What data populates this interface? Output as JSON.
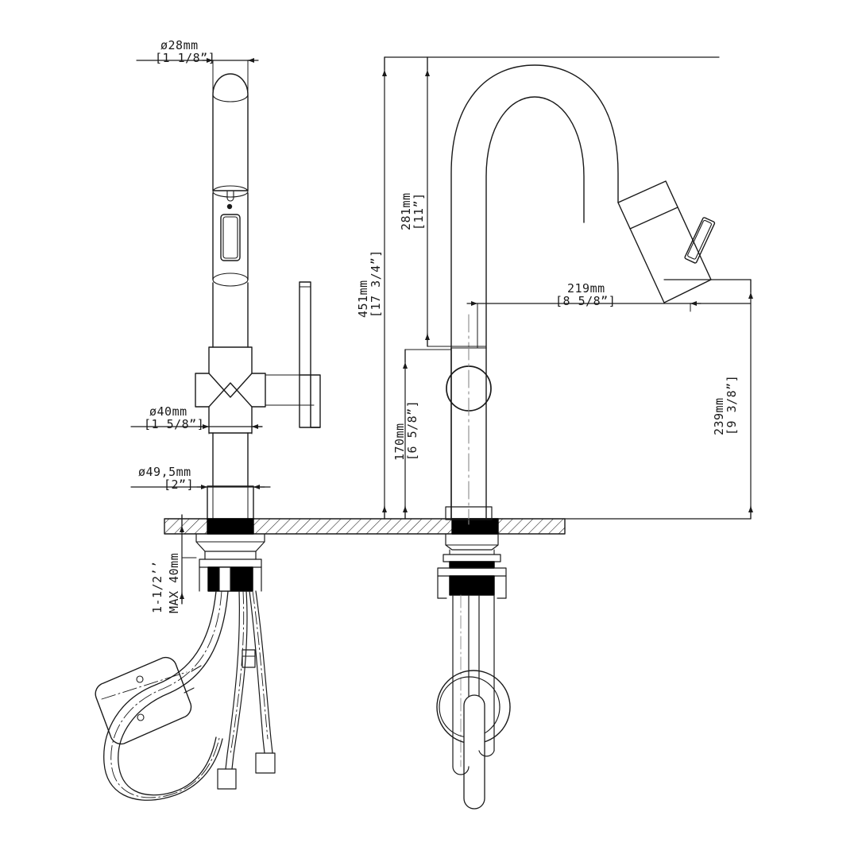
{
  "drawing": {
    "title": "Kitchen Pull-Down Faucet Technical Dimension Drawing",
    "line_color": "#1a1a1a",
    "fill_color": "#000000",
    "background": "#ffffff",
    "views": [
      {
        "name": "front-view",
        "label": ""
      },
      {
        "name": "side-view",
        "label": ""
      }
    ]
  },
  "dimensions": {
    "spout_tube_diameter": {
      "mm": "ø28mm",
      "inch": "[1  1/8”]"
    },
    "body_diameter": {
      "mm": "ø40mm",
      "inch": "[1  5/8”]"
    },
    "base_diameter": {
      "mm": "ø49,5mm",
      "inch": "[2”]"
    },
    "overall_height": {
      "mm": "451mm",
      "inch": "[17 3/4”]"
    },
    "spout_height": {
      "mm": "281mm",
      "inch": "[11”]"
    },
    "body_height": {
      "mm": "170mm",
      "inch": "[6 5/8”]"
    },
    "spout_reach": {
      "mm": "219mm",
      "inch": "[8 5/8”]"
    },
    "spray_head_height": {
      "mm": "239mm",
      "inch": "[9 3/8”]"
    },
    "thread_size": {
      "value": "1-1/2’’"
    },
    "max_deck_thickness": {
      "value": "MAX 40mm"
    }
  }
}
